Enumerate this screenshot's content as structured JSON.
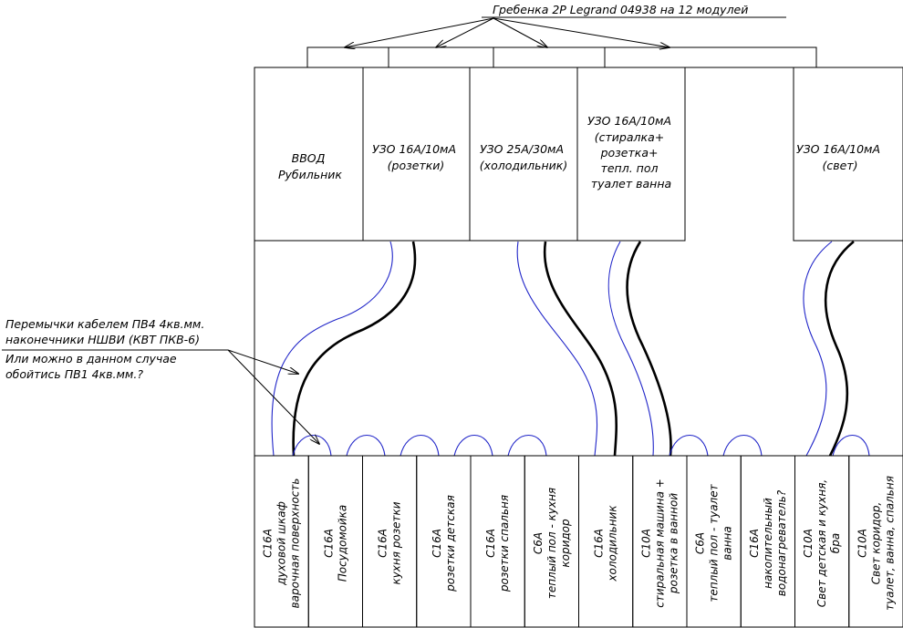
{
  "comb_title": "Гребенка 2P Legrand 04938  на 12 модулей",
  "top_devices": [
    {
      "lines": [
        "ВВОД",
        "Рубильник"
      ]
    },
    {
      "lines": [
        "УЗО 16А/10мА",
        "(розетки)"
      ]
    },
    {
      "lines": [
        "УЗО 25А/30мА",
        "(холодильник)"
      ]
    },
    {
      "lines": [
        "УЗО 16А/10мА",
        "(стиралка+",
        "розетка+",
        "тепл. пол",
        "туалет ванна"
      ]
    },
    {
      "lines": [
        "УЗО 16А/10мА",
        "(свет)"
      ]
    }
  ],
  "jumper_note": [
    "Перемычки кабелем ПВ4 4кв.мм.",
    "наконечники НШВИ (КВТ ПКВ-6)",
    "Или можно в данном случае",
    "обойтись ПВ1 4кв.мм.?"
  ],
  "breakers": [
    {
      "lines": [
        "С16А",
        "духовой шкаф",
        "варочная поверхность"
      ]
    },
    {
      "lines": [
        "С16А",
        "Посудомойка"
      ]
    },
    {
      "lines": [
        "С16А",
        "кухня розетки"
      ]
    },
    {
      "lines": [
        "С16А",
        "розетки детская"
      ]
    },
    {
      "lines": [
        "С16А",
        "розетки спальня"
      ]
    },
    {
      "lines": [
        "С6А",
        "теплый пол - кухня",
        "коридор"
      ]
    },
    {
      "lines": [
        "С16А",
        "холодильник"
      ]
    },
    {
      "lines": [
        "С10А",
        "стиральная машина +",
        "розетка в ванной"
      ]
    },
    {
      "lines": [
        "С6А",
        "теплый пол - туалет",
        "ванна"
      ]
    },
    {
      "lines": [
        "С16А",
        "накопительный",
        "водонагреватель?"
      ]
    },
    {
      "lines": [
        "С10А",
        "Свет детская и кухня,",
        "бра"
      ]
    },
    {
      "lines": [
        "С10А",
        "Свет коридор,",
        "туалет, ванна, спальня"
      ]
    }
  ]
}
